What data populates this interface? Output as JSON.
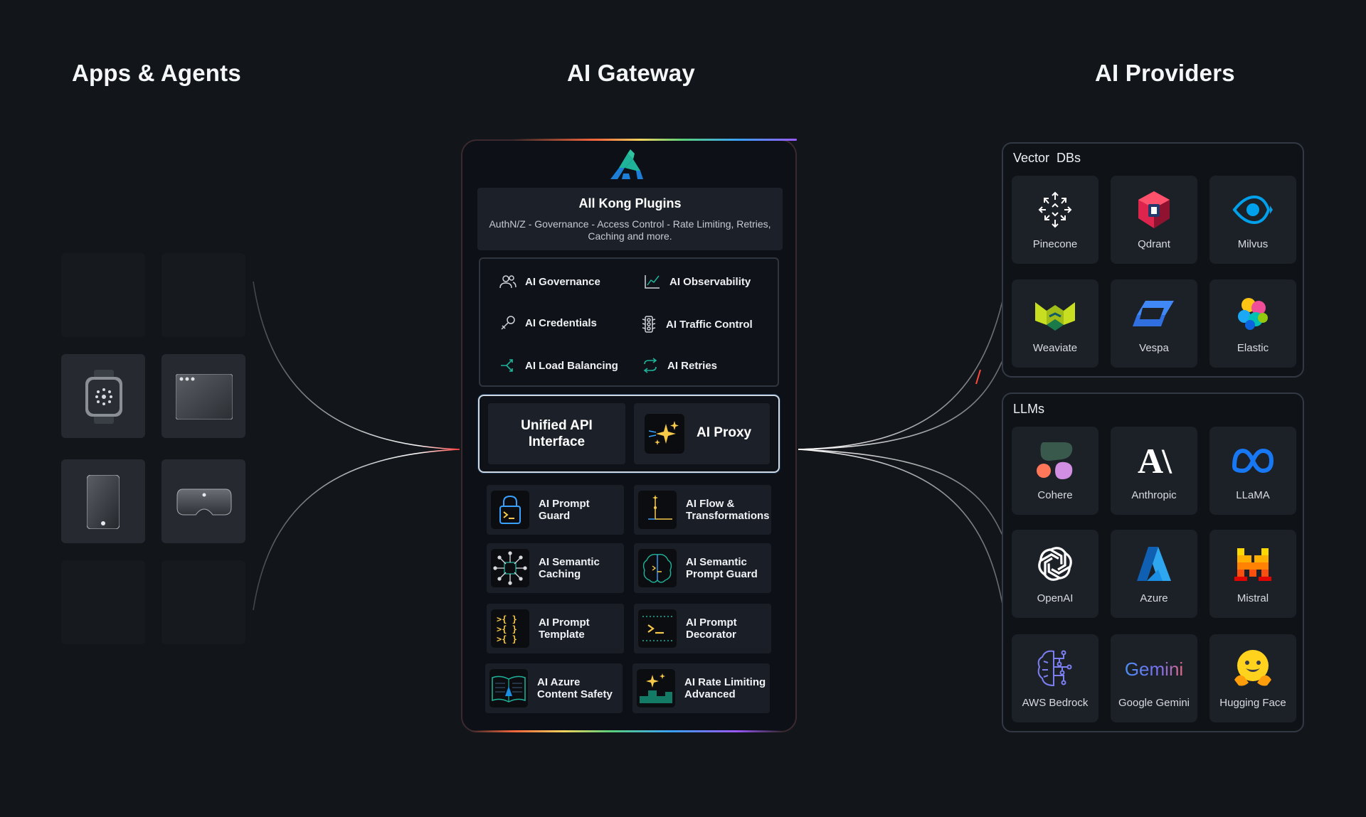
{
  "headings": {
    "apps": "Apps & Agents",
    "gateway": "AI Gateway",
    "providers": "AI Providers"
  },
  "gateway": {
    "plugins_title": "All Kong Plugins",
    "plugins_desc": "AuthN/Z - Governance - Access Control - Rate Limiting, Retries, Caching and more.",
    "features": [
      {
        "label": "AI Governance",
        "icon": "users-icon"
      },
      {
        "label": "AI Observability",
        "icon": "chart-line-icon"
      },
      {
        "label": "AI Credentials",
        "icon": "key-icon"
      },
      {
        "label": "AI Traffic Control",
        "icon": "traffic-light-icon"
      },
      {
        "label": "AI Load Balancing",
        "icon": "split-arrows-icon"
      },
      {
        "label": "AI Retries",
        "icon": "retry-arrows-icon"
      }
    ],
    "unified_api": "Unified API Interface",
    "ai_proxy": "AI Proxy",
    "plugins": [
      {
        "label": "AI Prompt Guard",
        "icon": "lock-terminal-icon"
      },
      {
        "label": "AI Flow & Transformations",
        "icon": "flow-icon"
      },
      {
        "label": "AI Semantic Caching",
        "icon": "network-chip-icon"
      },
      {
        "label": "AI Semantic Prompt Guard",
        "icon": "brain-icon"
      },
      {
        "label": "AI Prompt Template",
        "icon": "braces-icon"
      },
      {
        "label": "AI Prompt Decorator",
        "icon": "terminal-icon"
      },
      {
        "label": "AI Azure Content Safety",
        "icon": "book-icon"
      },
      {
        "label": "AI Rate Limiting Advanced",
        "icon": "sparkle-stairs-icon"
      }
    ]
  },
  "providers": {
    "vector_title": "Vector  DBs",
    "vector": [
      "Pinecone",
      "Qdrant",
      "Milvus",
      "Weaviate",
      "Vespa",
      "Elastic"
    ],
    "llm_title": "LLMs",
    "llms": [
      "Cohere",
      "Anthropic",
      "LLaMA",
      "OpenAI",
      "Azure",
      "Mistral",
      "AWS Bedrock",
      "Google Gemini",
      "Hugging Face"
    ],
    "logo_text": {
      "anthropic": "A\\",
      "gemini": "Gemini"
    }
  },
  "colors": {
    "background": "#12151a",
    "kong_teal": "#1fb39a",
    "kong_blue": "#1c7ed6",
    "proxy_gold": "#f7c948",
    "llama_blue": "#1877f2",
    "azure_blue": "#1a8fe3",
    "weaviate_yellow": "#c7df20",
    "vespa_blue": "#2f6fe0"
  }
}
